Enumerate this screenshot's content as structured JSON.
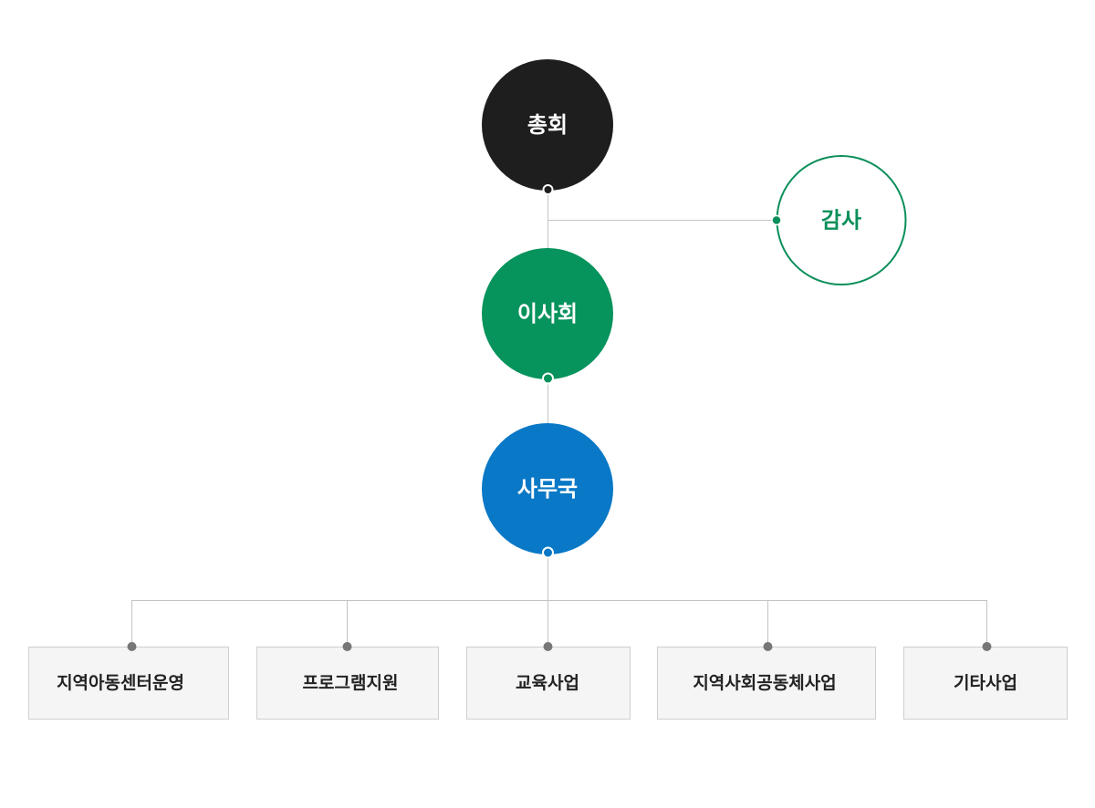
{
  "nodes": {
    "general_assembly": {
      "label": "총회",
      "color": "#1e1e1e"
    },
    "audit": {
      "label": "감사",
      "color": "#0b8f5a"
    },
    "board": {
      "label": "이사회",
      "color": "#07935c"
    },
    "secretariat": {
      "label": "사무국",
      "color": "#0978c6"
    }
  },
  "departments": [
    {
      "label": "지역아동센터운영"
    },
    {
      "label": "프로그램지원"
    },
    {
      "label": "교육사업"
    },
    {
      "label": "지역사회공동체사업"
    },
    {
      "label": "기타사업"
    }
  ],
  "colors": {
    "connector": "#c4c4c4",
    "box_fill": "#f5f5f5",
    "box_border": "#cfcfcf",
    "box_dot": "#777777"
  }
}
